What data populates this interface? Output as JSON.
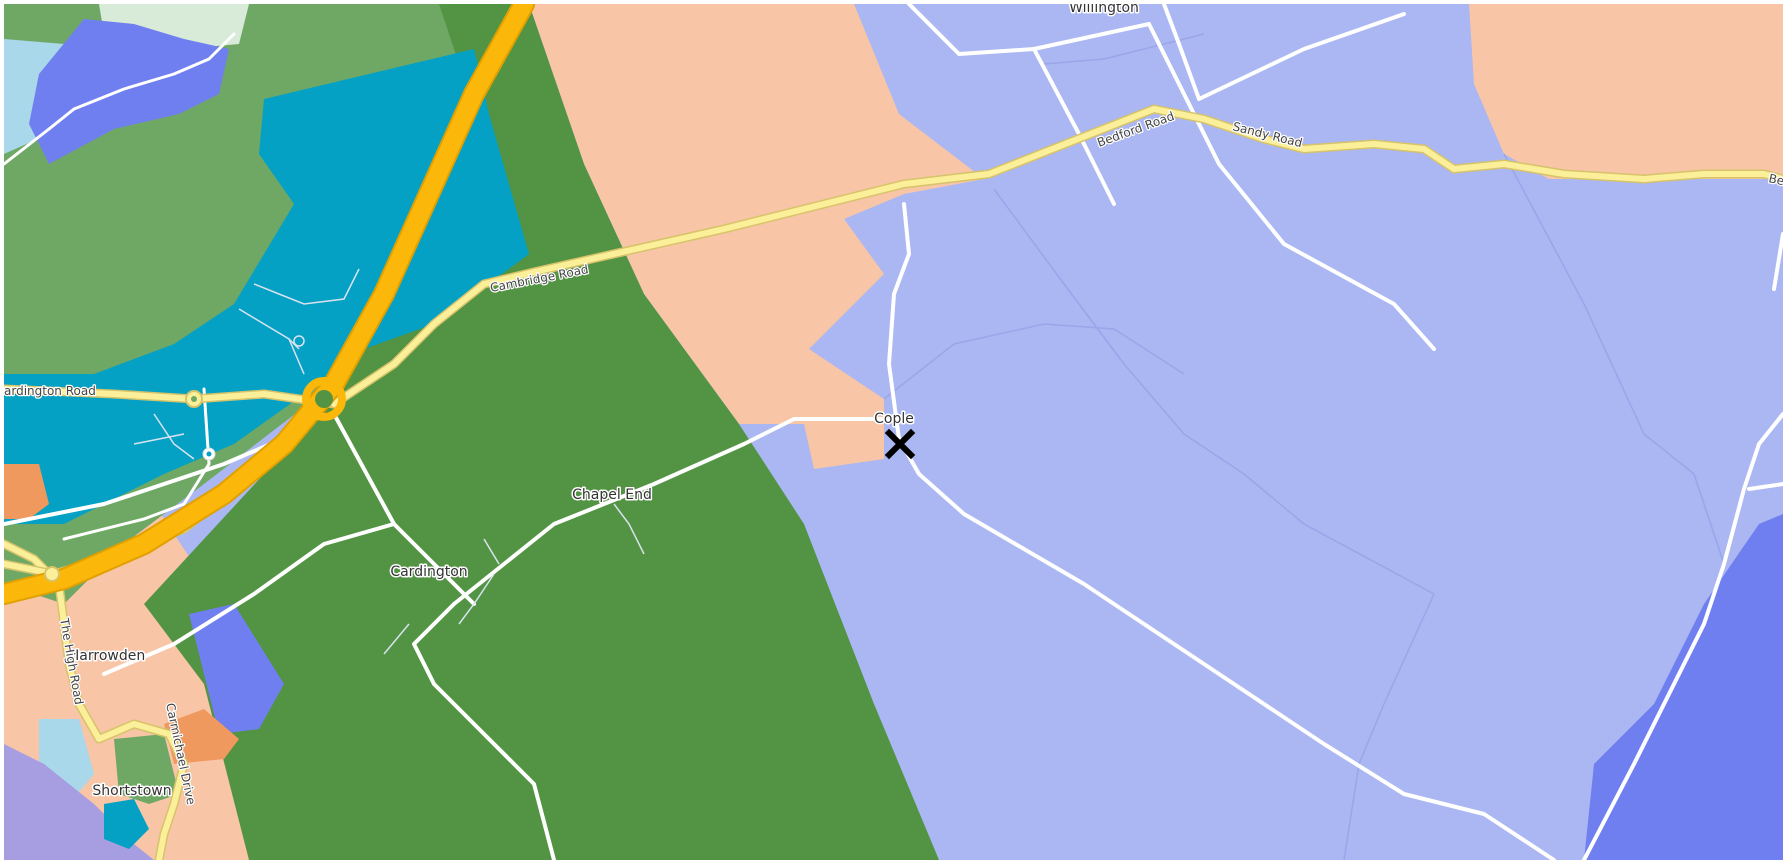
{
  "map": {
    "place_labels": {
      "willington": "Willington",
      "cople": "Cople",
      "chapel_end": "Chapel End",
      "cardington": "Cardington",
      "harrowden": "Harrowden",
      "shortstown": "Shortstown"
    },
    "road_labels": {
      "bedford_road": "Bedford Road",
      "sandy_road": "Sandy Road",
      "cambridge_road": "Cambridge Road",
      "cardington_road": "ardington Road",
      "the_high_road": "The High Road",
      "carmichael_drive": "Carmichael Drive",
      "edge_label": "Be"
    },
    "marker": {
      "icon": "cross-marker-icon",
      "color": "#000000"
    },
    "colors": {
      "lavender": "#aab7f2",
      "dark_blue": "#6f7ff0",
      "peach": "#f8c5a7",
      "dark_green": "#529443",
      "mid_green": "#6fa865",
      "teal": "#05a1c4",
      "light_green": "#d8ead8",
      "light_blue": "#a8d8ea",
      "orange": "#f0995f",
      "purple": "#a79ee2",
      "motorway": "#fbb80a",
      "main_road": "#fcef9a",
      "minor_road": "#ffffff"
    }
  }
}
